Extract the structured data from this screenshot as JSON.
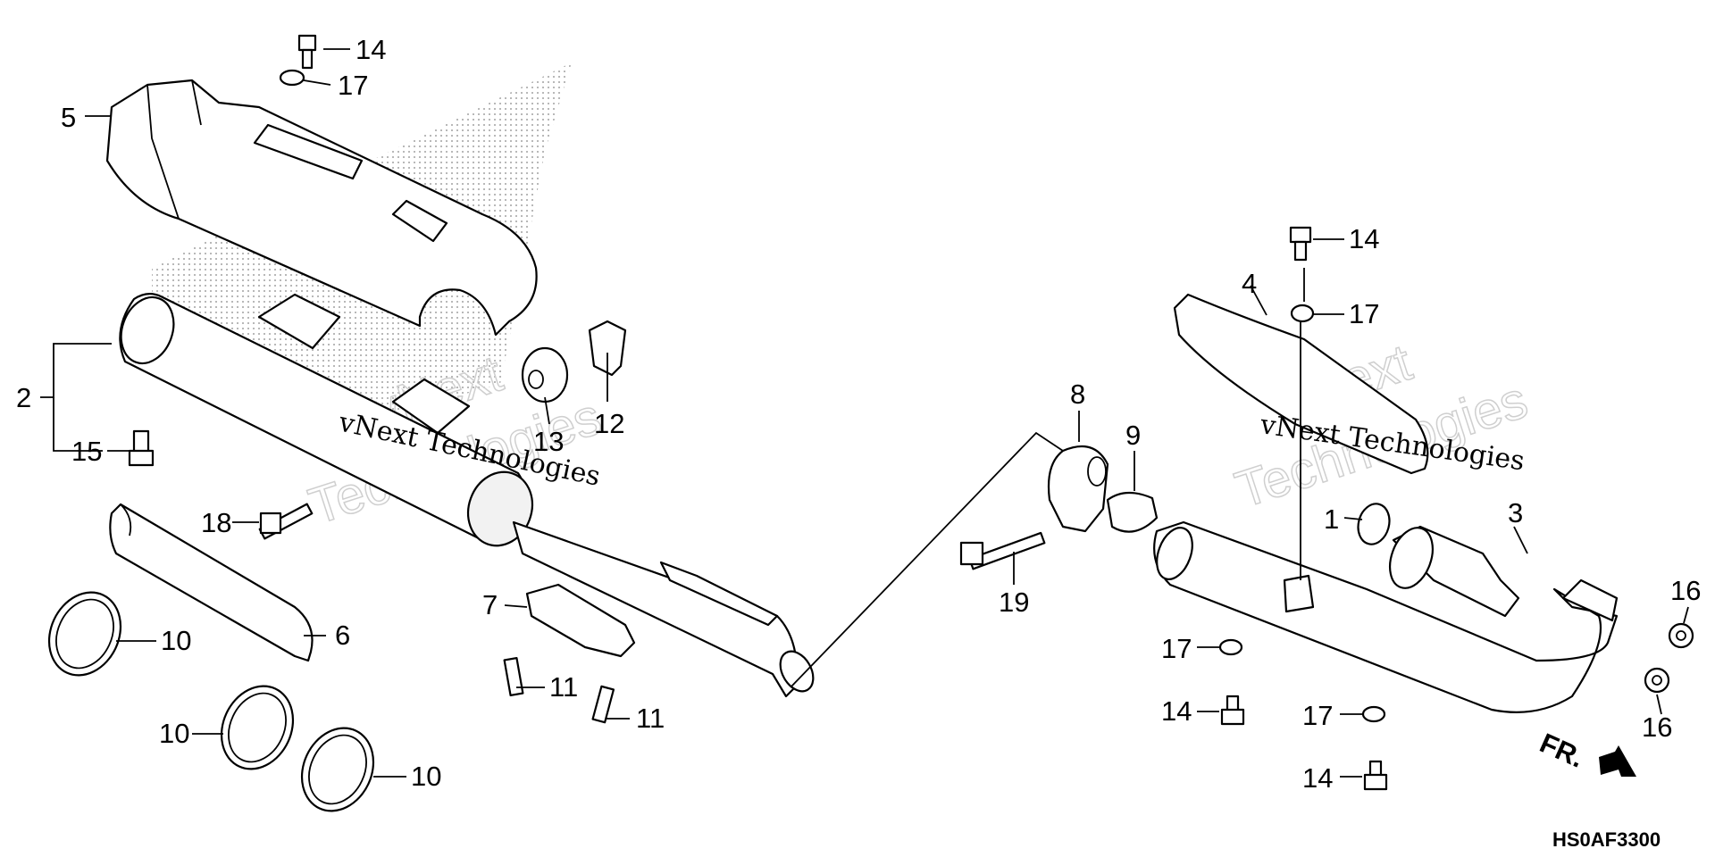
{
  "diagram_code": "HS0AF3300",
  "direction_label": "FR.",
  "watermark": {
    "text_small_left": "vNext Technologies",
    "text_small_right": "vNext Technologies",
    "text_large_left_1": "vNext",
    "text_large_left_2": "Technologies",
    "text_large_right_1": "vNext",
    "text_large_right_2": "Technologies"
  },
  "callouts": {
    "c1": "1",
    "c2": "2",
    "c3": "3",
    "c4": "4",
    "c5": "5",
    "c6": "6",
    "c7": "7",
    "c8": "8",
    "c9": "9",
    "c10a": "10",
    "c10b": "10",
    "c10c": "10",
    "c11a": "11",
    "c11b": "11",
    "c12": "12",
    "c13": "13",
    "c14a": "14",
    "c14b": "14",
    "c14c": "14",
    "c14d": "14",
    "c15": "15",
    "c16a": "16",
    "c16b": "16",
    "c17a": "17",
    "c17b": "17",
    "c17c": "17",
    "c17d": "17",
    "c18": "18",
    "c19": "19"
  }
}
